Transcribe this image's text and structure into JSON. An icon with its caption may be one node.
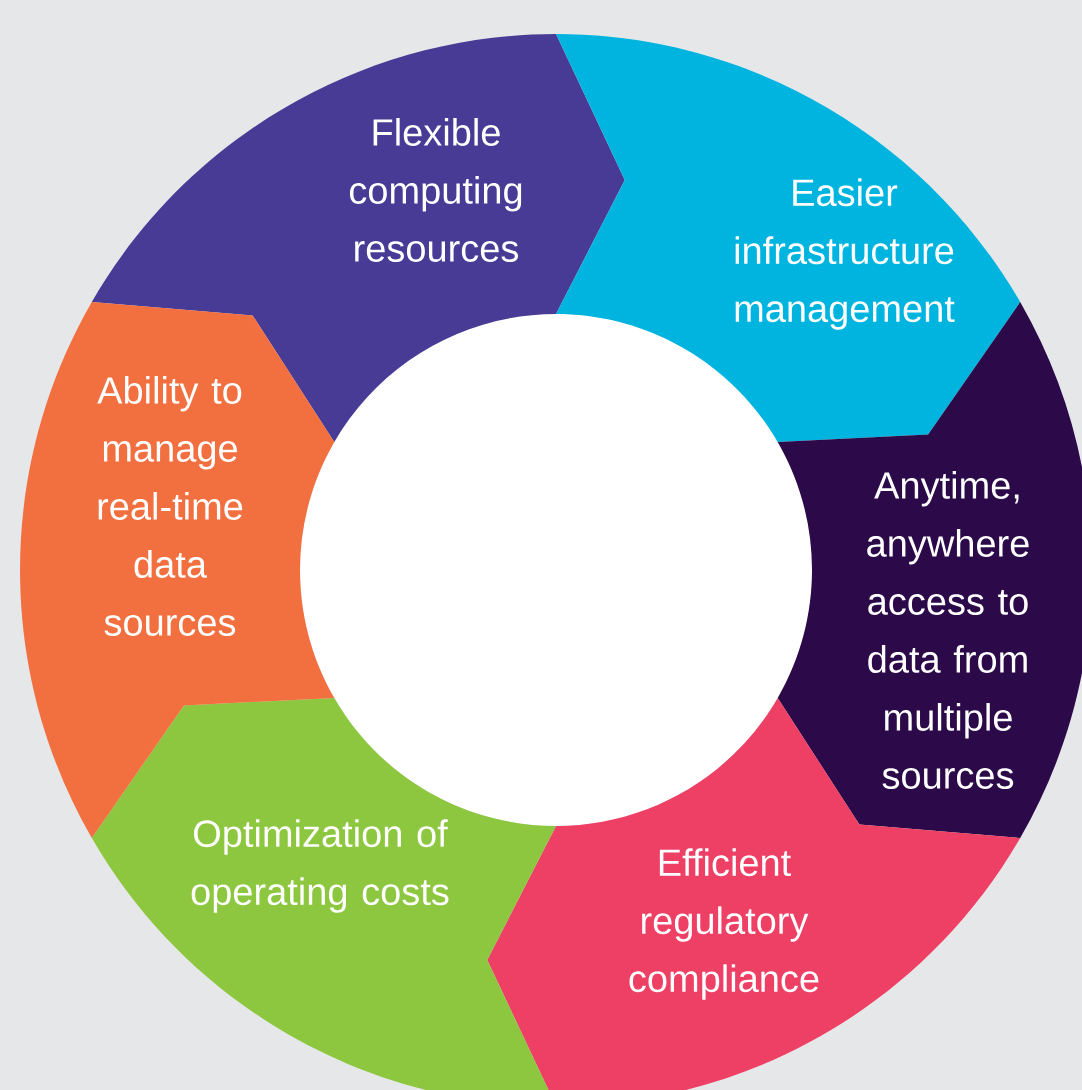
{
  "diagram": {
    "nodes": [
      {
        "text": [
          "Flexible computing resources"
        ]
      },
      {
        "text": [
          "Easier infrastructure management"
        ]
      },
      {
        "text": [
          "Anytime, anywhere access to data from multiple sources"
        ]
      },
      {
        "text": [
          "Efficient regulatory compliance"
        ]
      },
      {
        "text": [
          "Optimization of operating costs"
        ]
      },
      {
        "text": [
          "Ability to manage real-time data sources"
        ]
      }
    ]
  }
}
